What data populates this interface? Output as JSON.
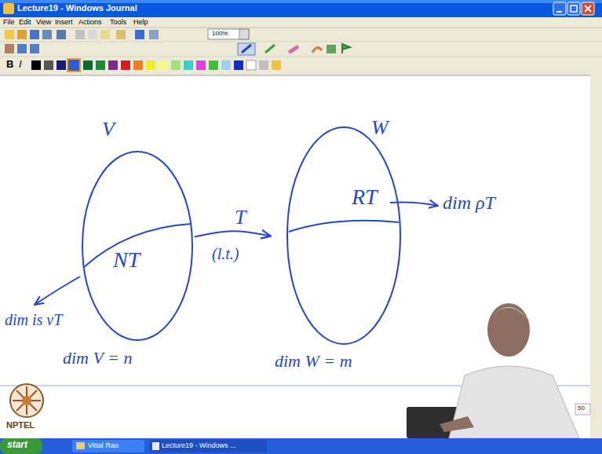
{
  "diagram": {
    "nodes": [
      {
        "text": [
          "V",
          "dim V = n"
        ]
      },
      {
        "text": [
          "NT"
        ],
        "in": 0
      },
      {
        "text": [
          "W",
          "dim W = m"
        ]
      },
      {
        "text": [
          "RT"
        ],
        "in": 2
      }
    ],
    "edges": [
      {
        "from": 0,
        "to": 2,
        "label": "T",
        "arrow": "to"
      }
    ],
    "labels": [
      "Lecture19 - Windows Journal",
      "File",
      "Edit",
      "View",
      "Insert",
      "Actions",
      "Tools",
      "Help",
      "100%",
      "B",
      "I",
      "(l.t.)",
      "dim ρT",
      "dim is νT",
      "NPTEL",
      "50",
      "start",
      "Vittal Rao",
      "Lecture19 - Windows ..."
    ]
  }
}
